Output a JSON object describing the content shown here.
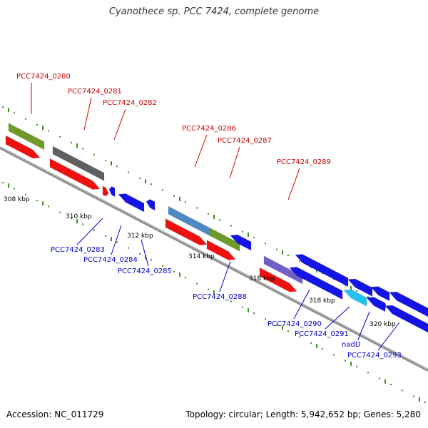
{
  "title": "Cyanothece sp. PCC 7424, complete genome",
  "footer": {
    "accession": "Accession: NC_011729",
    "summary": "Topology: circular; Length: 5,942,652 bp; Genes: 5,280"
  },
  "colors": {
    "backbone": "#8a8a8a",
    "tick": "#3f8f1f",
    "label_plus": "#cc0000",
    "label_minus": "#0000cc",
    "leader_plus": "#cc0000",
    "leader_minus": "#0000cc"
  },
  "scale_labels": [
    "308 kbp",
    "310 kbp",
    "312 kbp",
    "314 kbp",
    "316 kbp",
    "318 kbp",
    "320 kbp"
  ],
  "genes_plus": [
    {
      "label": "PCC7424_0280",
      "cds_color": "#f01010",
      "gene_color": "#6f9a2a"
    },
    {
      "label": "PCC7424_0281",
      "cds_color": "#f01010",
      "gene_color": "#5f5f5f"
    },
    {
      "label": "PCC7424_0282",
      "cds_color": "#f01010",
      "gene_color": ""
    },
    {
      "label": "PCC7424_0286",
      "cds_color": "#f01010",
      "gene_color": "#4f88c6"
    },
    {
      "label": "PCC7424_0287",
      "cds_color": "#f01010",
      "gene_color": "#6f9a2a"
    },
    {
      "label": "PCC7424_0289",
      "cds_color": "#f01010",
      "gene_color": "#7060c8"
    }
  ],
  "genes_minus": [
    {
      "label": "PCC7424_0283",
      "cds_color": "#1414e6",
      "gene_color": ""
    },
    {
      "label": "PCC7424_0284",
      "cds_color": "#1414e6",
      "gene_color": ""
    },
    {
      "label": "PCC7424_0285",
      "cds_color": "#1414e6",
      "gene_color": ""
    },
    {
      "label": "PCC7424_0288",
      "cds_color": "#1414e6",
      "gene_color": ""
    },
    {
      "label": "PCC7424_0290",
      "cds_color": "#1414e6",
      "gene_color": "#1414e6"
    },
    {
      "label": "PCC7424_0291",
      "cds_color": "#24c0ee",
      "gene_color": "#1414e6"
    },
    {
      "label": "nadD",
      "cds_color": "#1414e6",
      "gene_color": "#1414e6"
    },
    {
      "label": "PCC7424_0293",
      "cds_color": "#1414e6",
      "gene_color": "#1414e6"
    }
  ]
}
